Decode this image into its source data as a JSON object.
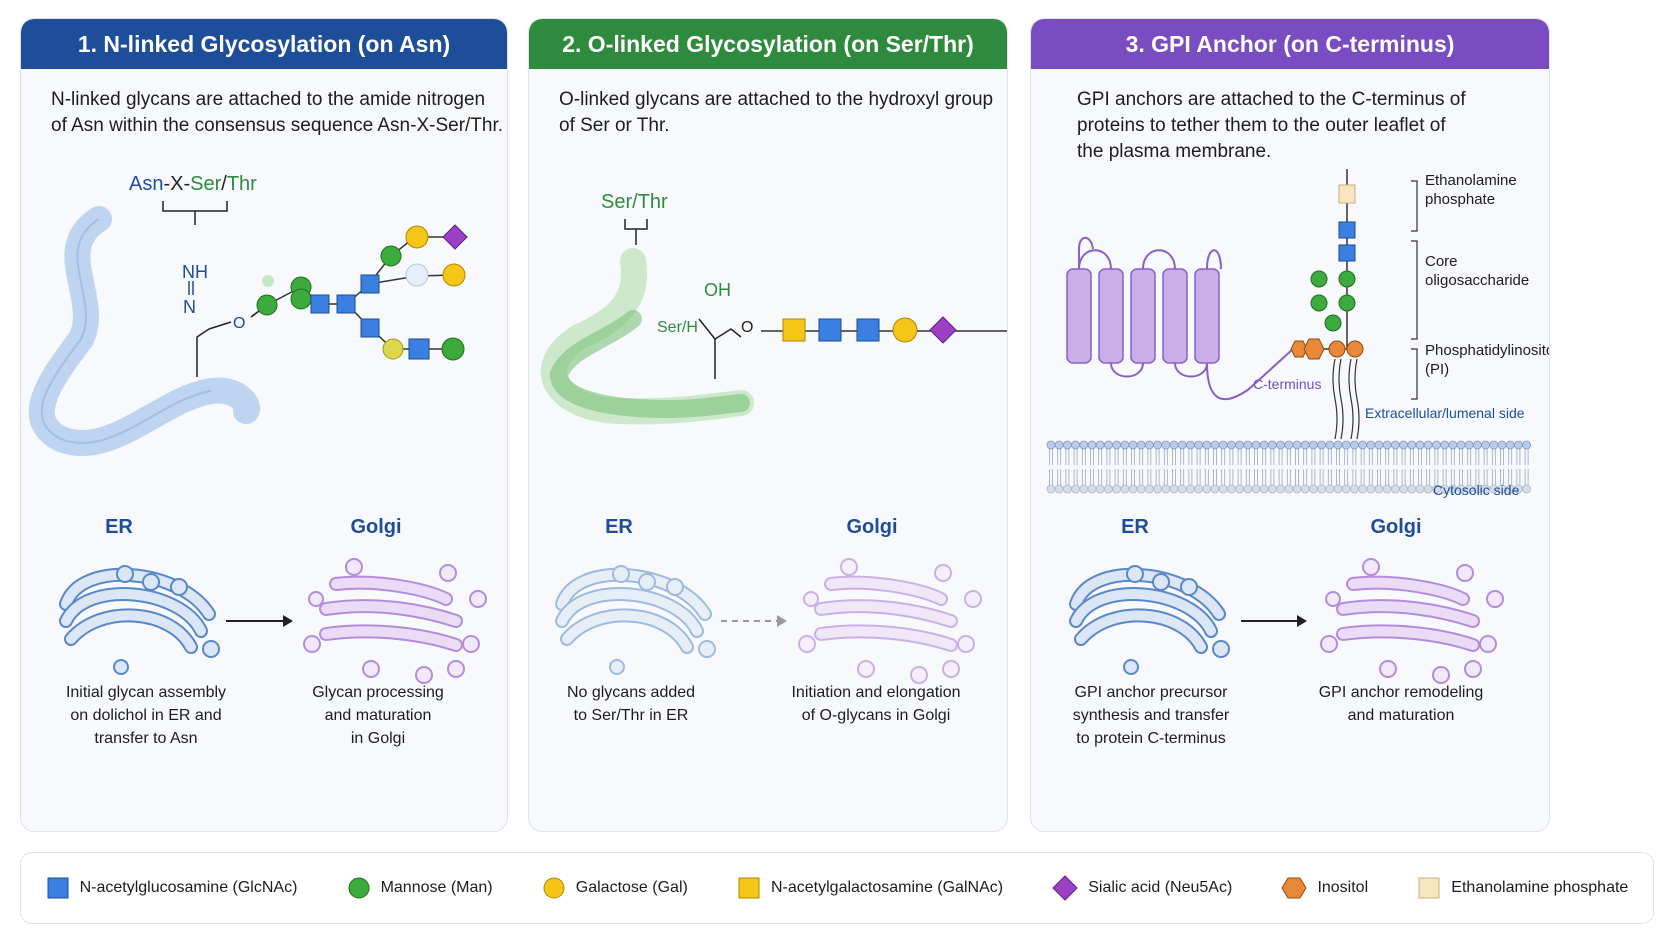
{
  "panels": [
    {
      "title": "1. N-linked Glycosylation (on Asn)",
      "color": "#1e4d9a",
      "description": [
        "N-linked glycans are attached to the amide nitrogen",
        "of Asn within the consensus sequence Asn-X-Ser/Thr."
      ],
      "sequence": {
        "asn": "Asn",
        "sep1": "-",
        "x": "X",
        "sep2": "-",
        "ser": "Ser",
        "slash": "/",
        "thr": "Thr"
      },
      "atom_nh": "NH",
      "atom_n": "N",
      "atom_o": "O",
      "er_label": "ER",
      "golgi_label": "Golgi",
      "er_caption": [
        "Initial glycan assembly",
        "on dolichol in ER and",
        "transfer to Asn"
      ],
      "golgi_caption": [
        "Glycan processing",
        "and maturation",
        "in Golgi"
      ]
    },
    {
      "title": "2. O-linked Glycosylation (on Ser/Thr)",
      "color": "#2e8b3e",
      "description": [
        "O-linked glycans are attached to the hydroxyl group",
        "of Ser or Thr."
      ],
      "residue": "Ser/Thr",
      "atom_oh": "OH",
      "atom_serh": "Ser/H",
      "atom_o": "O",
      "er_label": "ER",
      "golgi_label": "Golgi",
      "er_caption": [
        "No glycans added",
        "to Ser/Thr in ER"
      ],
      "golgi_caption": [
        "Initiation and elongation",
        "of O-glycans in Golgi"
      ]
    },
    {
      "title": "3. GPI Anchor (on C-terminus)",
      "color": "#7a4cc2",
      "description": [
        "GPI anchors are attached to the C-terminus of",
        "proteins to tether them to the outer leaflet of",
        "the plasma membrane."
      ],
      "labels": {
        "ethanolamine": [
          "Ethanolamine",
          "phosphate"
        ],
        "core": [
          "Core",
          "oligosaccharide"
        ],
        "pi": [
          "Phosphatidylinositol",
          "(PI)"
        ],
        "cterm": "C-terminus",
        "extracellular": "Extracellular/lumenal side",
        "cytosolic": "Cytosolic side"
      },
      "er_label": "ER",
      "golgi_label": "Golgi",
      "er_caption": [
        "GPI anchor precursor",
        "synthesis and transfer",
        "to protein C-terminus"
      ],
      "golgi_caption": [
        "GPI anchor remodeling",
        "and maturation"
      ]
    }
  ],
  "legend": [
    {
      "label": "N-acetylglucosamine (GlcNAc)",
      "icon": "blue-square",
      "color": "#3b7fe0"
    },
    {
      "label": "Mannose (Man)",
      "icon": "green-circle",
      "color": "#3daa3d"
    },
    {
      "label": "Galactose (Gal)",
      "icon": "yellow-circle",
      "color": "#f5c518"
    },
    {
      "label": "N-acetylgalactosamine (GalNAc)",
      "icon": "yellow-square",
      "color": "#f5c518"
    },
    {
      "label": "Sialic acid (Neu5Ac)",
      "icon": "purple-diamond",
      "color": "#9b3fc4"
    },
    {
      "label": "Inositol",
      "icon": "orange-hexagon",
      "color": "#e8893a"
    },
    {
      "label": "Ethanolamine phosphate",
      "icon": "beige-square",
      "color": "#f8e6c0"
    }
  ]
}
